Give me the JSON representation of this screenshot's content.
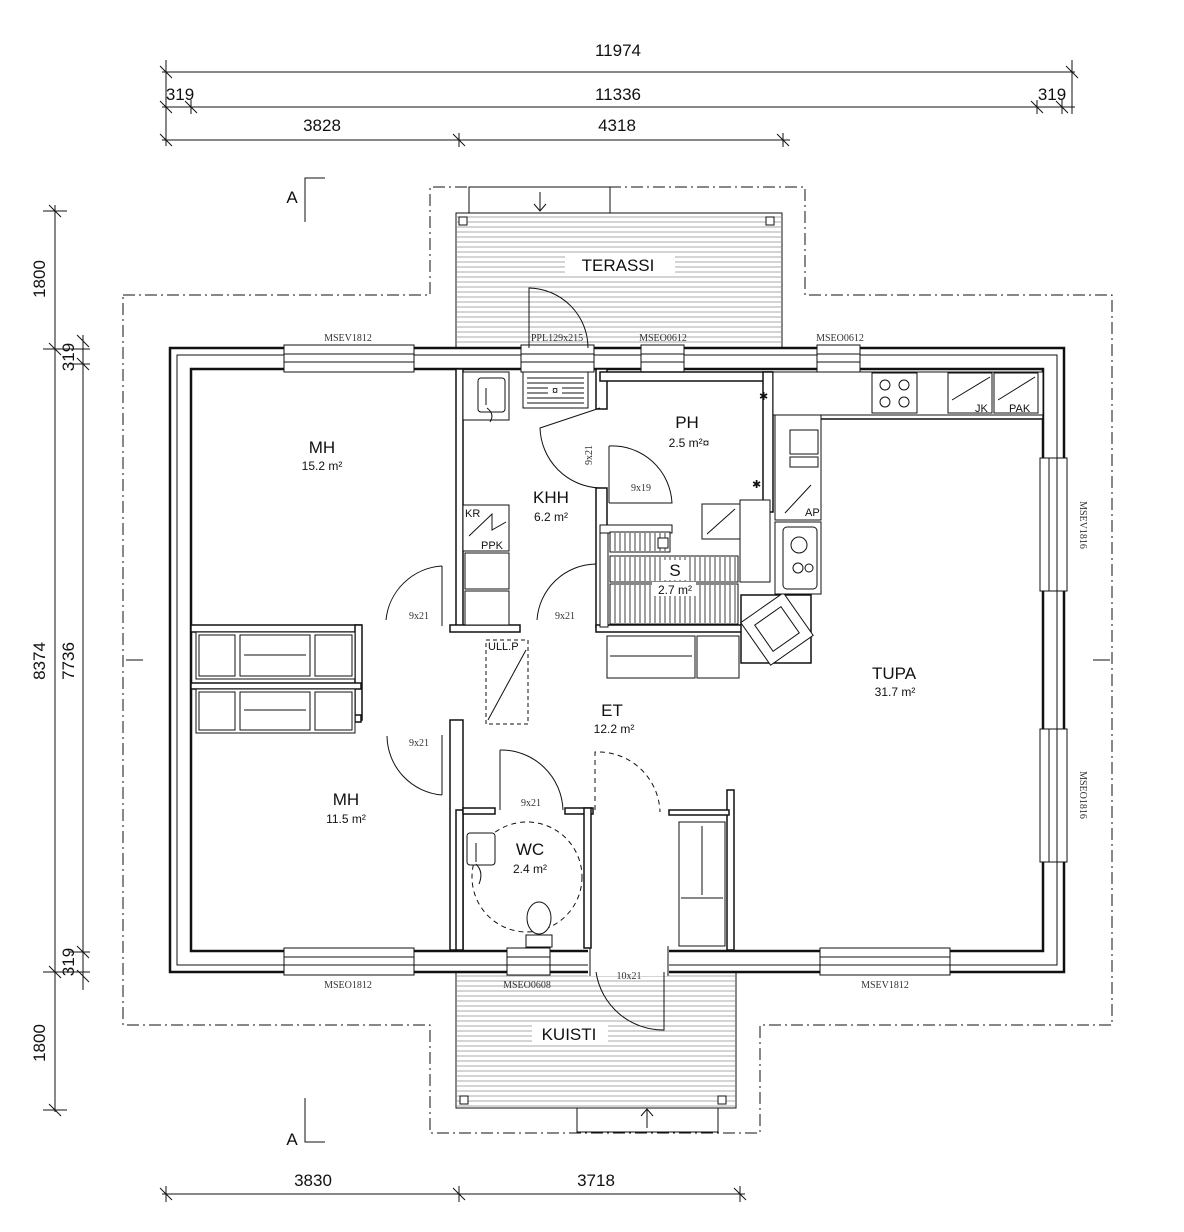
{
  "dimensions": {
    "top_total": "11974",
    "top_edge_left": "319",
    "top_inner": "11336",
    "top_edge_right": "319",
    "top_left_part": "3828",
    "top_right_part": "4318",
    "left_top_1800": "1800",
    "left_edge_top_319": "319",
    "left_total": "8374",
    "left_inner": "7736",
    "left_edge_bottom_319": "319",
    "left_bottom_1800": "1800",
    "bottom_left_part": "3830",
    "bottom_right_part": "3718"
  },
  "section_marks": {
    "top": "A",
    "bottom": "A"
  },
  "rooms": {
    "terassi": "TERASSI",
    "kuisti": "KUISTI",
    "mh1": {
      "name": "MH",
      "area": "15.2 m²"
    },
    "mh2": {
      "name": "MH",
      "area": "11.5 m²"
    },
    "khh": {
      "name": "KHH",
      "area": "6.2 m²"
    },
    "ph": {
      "name": "PH",
      "area": "2.5 m²¤"
    },
    "s": {
      "name": "S",
      "area": "2.7 m²"
    },
    "et": {
      "name": "ET",
      "area": "12.2 m²"
    },
    "wc": {
      "name": "WC",
      "area": "2.4 m²"
    },
    "tupa": {
      "name": "TUPA",
      "area": "31.7 m²"
    }
  },
  "windows": {
    "w_top_left": "MSEV1812",
    "w_top_door": "PPL129x215",
    "w_top_mid": "MSEO0612",
    "w_top_right": "MSEO0612",
    "w_right_1": "MSEV1816",
    "w_right_2": "MSEO1816",
    "w_bottom_left": "MSEO1812",
    "w_bottom_mid": "MSEO0608",
    "w_bottom_right": "MSEV1812"
  },
  "doors": {
    "d_khh_top": "9x21",
    "d_ph": "9x19",
    "d_mh1": "9x21",
    "d_khh": "9x21",
    "d_mh2": "9x21",
    "d_wc": "9x21",
    "d_entry": "10x21"
  },
  "fixtures": {
    "kr": "KR",
    "ppk": "PPK",
    "ull_p": "ULL.P",
    "jk": "JK",
    "pak": "PAK",
    "ap": "AP"
  }
}
